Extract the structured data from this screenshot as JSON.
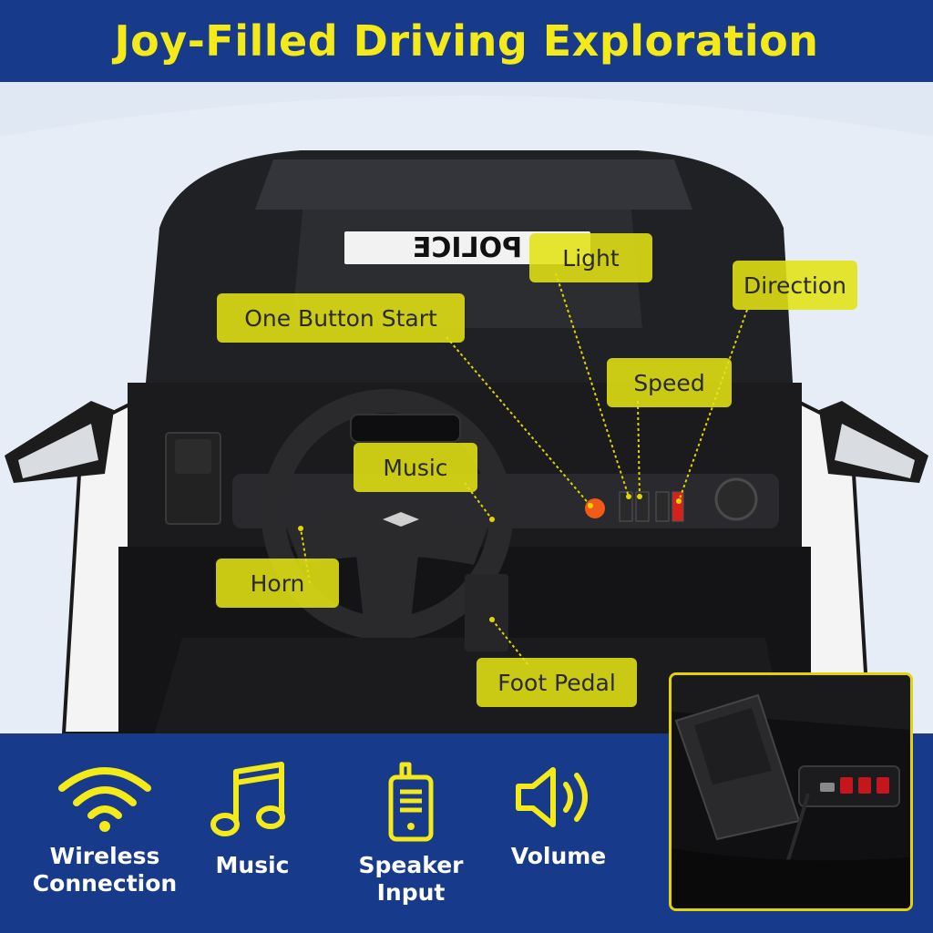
{
  "headline": "Joy-Filled Driving Exploration",
  "hood_text": "POLICE",
  "callouts": {
    "one_button_start": "One Button Start",
    "light": "Light",
    "direction": "Direction",
    "speed": "Speed",
    "music": "Music",
    "horn": "Horn",
    "foot_pedal": "Foot Pedal"
  },
  "features": [
    {
      "label": "Wireless\nConnection",
      "icon": "wifi-icon"
    },
    {
      "label": "Music",
      "icon": "music-note-icon"
    },
    {
      "label": "Speaker\nInput",
      "icon": "walkie-talkie-icon"
    },
    {
      "label": "Volume",
      "icon": "speaker-volume-icon"
    }
  ],
  "colors": {
    "brand_blue": "#173a8a",
    "accent_yellow": "#f5ea19",
    "callout_yellow": "#e2e214"
  }
}
